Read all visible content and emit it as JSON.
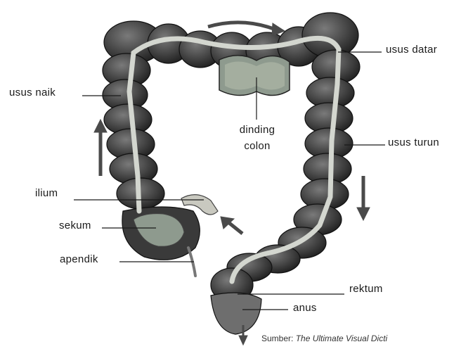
{
  "labels": {
    "usus_naik": "usus naik",
    "usus_datar": "usus datar",
    "dinding_colon_line1": "dinding",
    "dinding_colon_line2": "colon",
    "usus_turun": "usus turun",
    "ilium": "ilium",
    "sekum": "sekum",
    "apendik": "apendik",
    "rektum": "rektum",
    "anus": "anus"
  },
  "source": {
    "prefix": "Sumber:",
    "title": "The Ultimate Visual Dicti"
  },
  "colors": {
    "colon_dark": "#2b2b2b",
    "colon_mid": "#5a5a5a",
    "lumen_light": "#cfd2cc",
    "wall_grey": "#8e9a8e",
    "arrow_grey": "#4a4a4a"
  }
}
